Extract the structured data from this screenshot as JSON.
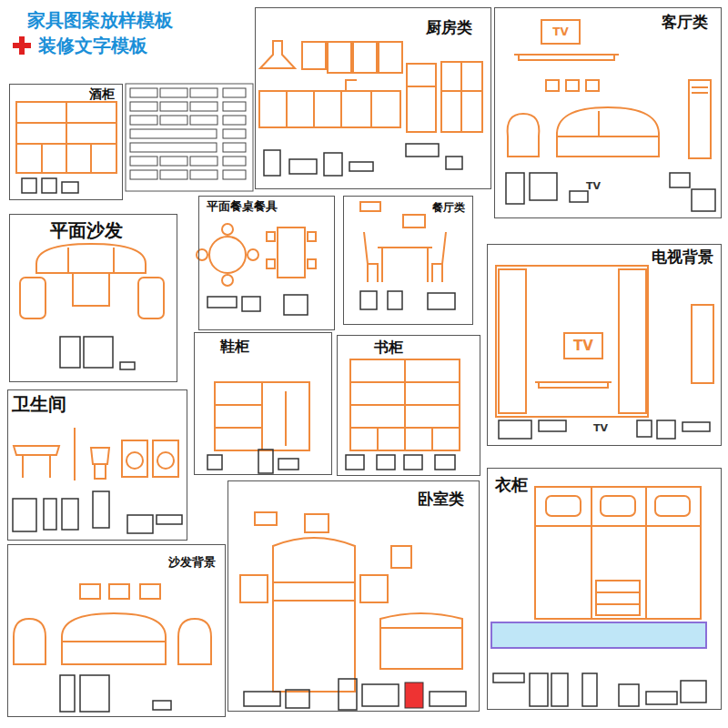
{
  "diagram": {
    "title": "家具图案放样模板",
    "nodes": [
      {
        "text": [
          "厨房类"
        ]
      },
      {
        "text": [
          "客厅类"
        ]
      },
      {
        "text": [
          "酒柜"
        ]
      },
      {
        "text": [
          "平面沙发"
        ]
      },
      {
        "text": [
          "平面餐桌餐具"
        ]
      },
      {
        "text": [
          "餐厅类"
        ]
      },
      {
        "text": [
          "电视背景"
        ]
      },
      {
        "text": [
          "鞋柜"
        ]
      },
      {
        "text": [
          "书柜"
        ]
      },
      {
        "text": [
          "卫生间"
        ]
      },
      {
        "text": [
          "卧室类"
        ]
      },
      {
        "text": [
          "衣柜"
        ]
      },
      {
        "text": [
          "沙发背景"
        ]
      }
    ],
    "labels": [
      "装修文字模板",
      "TV",
      "TV",
      "TV",
      "TV"
    ]
  }
}
